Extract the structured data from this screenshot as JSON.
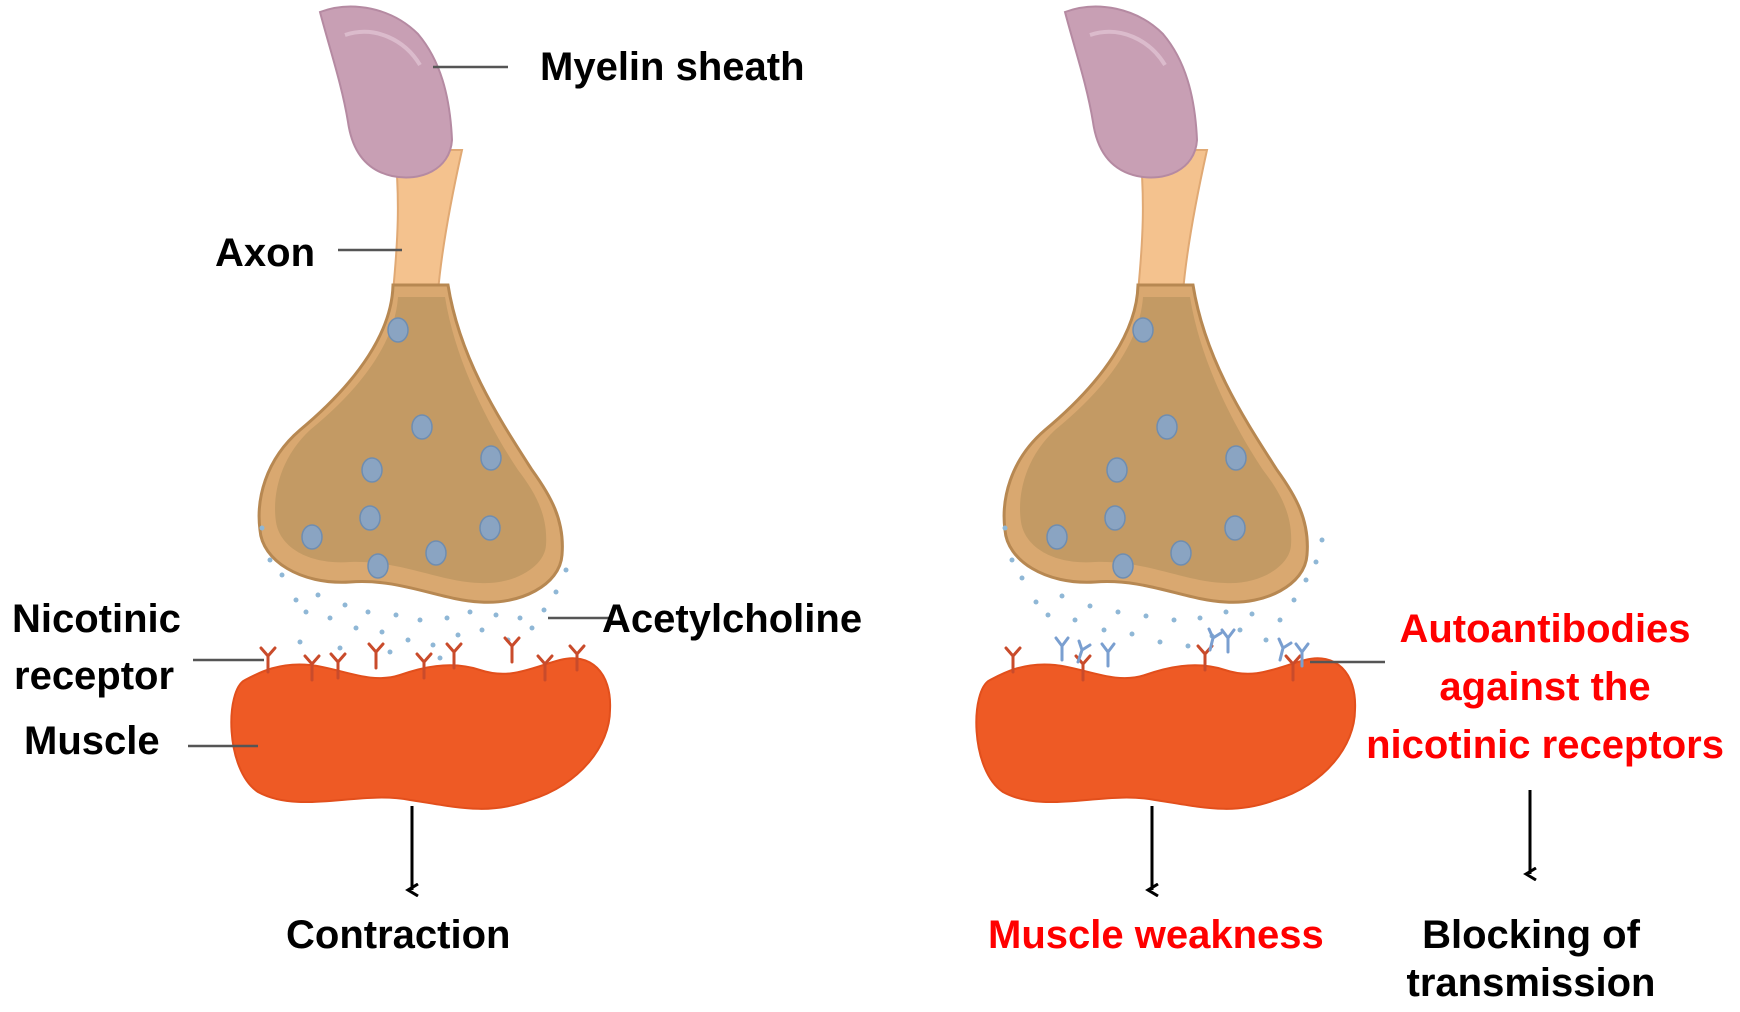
{
  "colors": {
    "axon": "#f4c28e",
    "terminal_outer": "#d9a870",
    "terminal_inner": "#c39a64",
    "myelin": "#c89fb4",
    "vesicle": "#8aa4c2",
    "muscle": "#ee5a25",
    "receptor": "#c94b2b",
    "antibody": "#7a9fd0",
    "highlight": "#ff0000"
  },
  "left_panel": {
    "labels": {
      "myelin": "Myelin sheath",
      "axon": "Axon",
      "nicotinic_line1": "Nicotinic",
      "nicotinic_line2": "receptor",
      "acetylcholine": "Acetylcholine",
      "muscle": "Muscle"
    },
    "outcome": "Contraction"
  },
  "right_panel": {
    "labels": {
      "autoantibodies_line1": "Autoantibodies",
      "autoantibodies_line2": "against the",
      "autoantibodies_line3": "nicotinic receptors"
    },
    "outcome_1": "Muscle weakness",
    "outcome_2_line1": "Blocking of",
    "outcome_2_line2": "transmission"
  }
}
